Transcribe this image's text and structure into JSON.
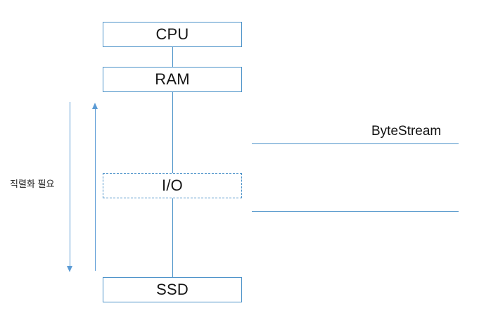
{
  "diagram": {
    "title_text": "",
    "accent_color": "#4D93C9",
    "arrow_color": "#5B9BD5",
    "nodes": [
      {
        "id": "cpu",
        "label": "CPU",
        "style": "solid"
      },
      {
        "id": "ram",
        "label": "RAM",
        "style": "solid"
      },
      {
        "id": "io",
        "label": "I/O",
        "style": "dashed"
      },
      {
        "id": "ssd",
        "label": "SSD",
        "style": "solid"
      }
    ],
    "annotations": {
      "serialization_note": "직렬화 필요",
      "bytestream_label": "ByteStream"
    },
    "arrows": [
      {
        "id": "down-arrow",
        "direction": "down",
        "meaning": "ram-to-ssd"
      },
      {
        "id": "up-arrow",
        "direction": "up",
        "meaning": "ssd-to-ram"
      }
    ],
    "stream_lines": [
      {
        "id": "bytestream-upper-line"
      },
      {
        "id": "bytestream-lower-line"
      }
    ]
  }
}
